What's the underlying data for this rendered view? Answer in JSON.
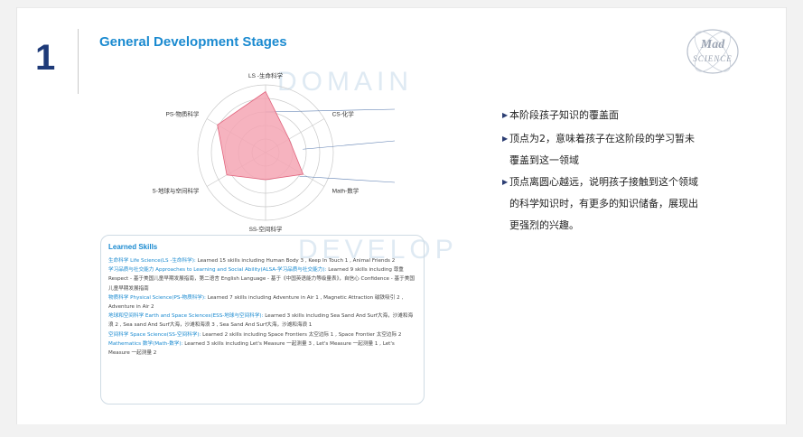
{
  "header": {
    "number": "1",
    "title": "General Development Stages"
  },
  "logo": {
    "line1": "Mad",
    "line2": "SCIENCE"
  },
  "watermarks": {
    "top": "DOMAIN",
    "bottom": "DEVELOP"
  },
  "radar": {
    "axes": [
      "LS -生命科学",
      "CS-化学",
      "Math-数学",
      "SS-空间科学",
      "ESS-地球与空间科学",
      "PS-物质科学"
    ],
    "levels": 5,
    "values": [
      4.5,
      2,
      3.2,
      2,
      3.3,
      4.1
    ],
    "fill_color": "#f4a6b4",
    "stroke_color": "#e0607a"
  },
  "annotations": [
    {
      "lines": [
        "本阶段孩子知识的覆盖面"
      ]
    },
    {
      "lines": [
        "顶点为2，意味着孩子在这阶段的学习暂未",
        "覆盖到这一领域"
      ]
    },
    {
      "lines": [
        "顶点离圆心越远，说明孩子接触到这个领域",
        "的科学知识时，有更多的知识储备，展现出",
        "更强烈的兴趣。"
      ]
    }
  ],
  "skills": {
    "title": "Learned Skills",
    "entries": [
      {
        "head": "生命科学 Life Science(LS -生命科学):",
        "body": " Learned 15 skills including Human Body 3 , Keep In Touch 1 , Animal Friends 2"
      },
      {
        "head": "学习品质与社交能力 Approaches to Learning and Social Ability(ALSA-学习品质与社交能力):",
        "body": " Learned 9 skills including 尊重 Respect - 基于美国儿童早期发展指南，第二语言 English Language - 基于《中国英语能力等级量表》，自信心 Confidence - 基于美国儿童早期发展指南"
      },
      {
        "head": "物质科学 Physical Science(PS-物质科学):",
        "body": " Learned 7 skills including Adventure in Air 1 , Magnetic Attraction 磁铁吸引 2 , Adventure in Air 2"
      },
      {
        "head": "地球和空间科学 Earth and Space Sciences(ESS-地球与空间科学):",
        "body": " Learned 3 skills including Sea Sand And Surf大海，沙滩和海浪 2 , Sea sand And Surf大海，沙滩和海浪 3 , Sea Sand And Surf大海，沙滩和海浪 1"
      },
      {
        "head": "空间科学 Space Science(SS-空间科学):",
        "body": " Learned 2 skills including Space Frontiers 太空边际 1 , Space Frontier 太空边际 2"
      },
      {
        "head": "Mathematics 数学(Math-数学):",
        "body": " Learned 3 skills including Let's Measure 一起测量 3 , Let's Measure 一起测量 1 , Let's Measure 一起测量 2"
      }
    ]
  }
}
